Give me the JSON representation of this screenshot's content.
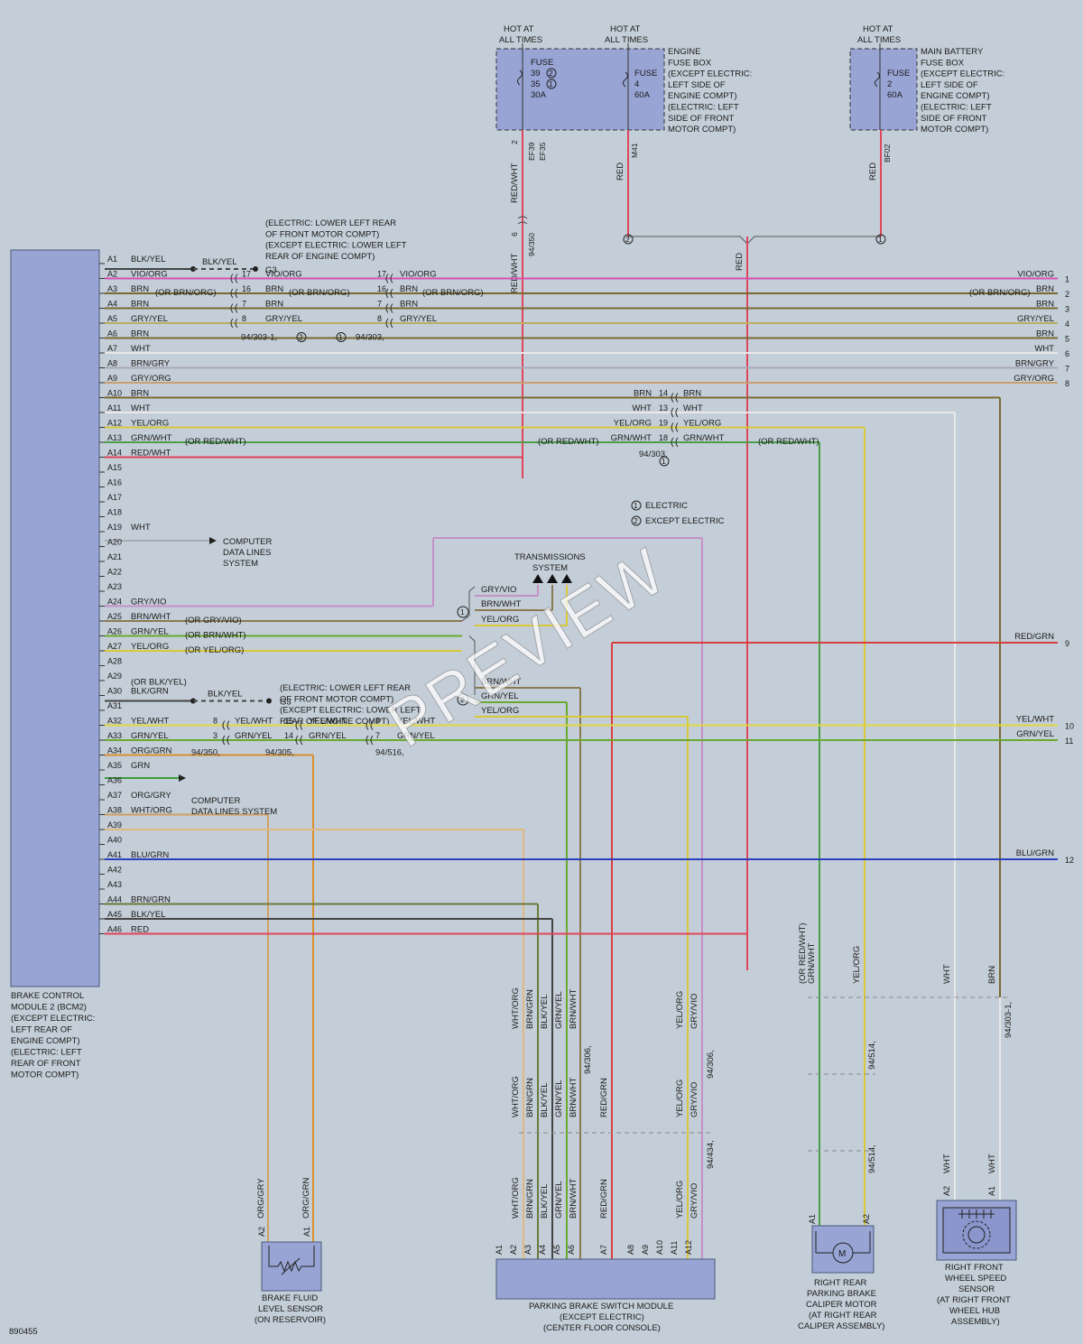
{
  "diagram_id": "890455",
  "watermark": "PREVIEW",
  "bcm": {
    "label": [
      "BRAKE CONTROL",
      "MODULE 2 (BCM2)",
      "(EXCEPT ELECTRIC:",
      "LEFT REAR OF",
      "ENGINE COMPT)",
      "(ELECTRIC: LEFT",
      "REAR OF FRONT",
      "MOTOR COMPT)"
    ],
    "pins": [
      {
        "pin": "A1",
        "color": "BLK/YEL"
      },
      {
        "pin": "A2",
        "color": "VIO/ORG"
      },
      {
        "pin": "A3",
        "color": "BRN"
      },
      {
        "pin": "A4",
        "color": "BRN"
      },
      {
        "pin": "A5",
        "color": "GRY/YEL"
      },
      {
        "pin": "A6",
        "color": "BRN"
      },
      {
        "pin": "A7",
        "color": "WHT"
      },
      {
        "pin": "A8",
        "color": "BRN/GRY"
      },
      {
        "pin": "A9",
        "color": "GRY/ORG"
      },
      {
        "pin": "A10",
        "color": "BRN"
      },
      {
        "pin": "A11",
        "color": "WHT"
      },
      {
        "pin": "A12",
        "color": "YEL/ORG"
      },
      {
        "pin": "A13",
        "color": "GRN/WHT"
      },
      {
        "pin": "A14",
        "color": "RED/WHT"
      },
      {
        "pin": "A15",
        "color": ""
      },
      {
        "pin": "A16",
        "color": ""
      },
      {
        "pin": "A17",
        "color": ""
      },
      {
        "pin": "A18",
        "color": ""
      },
      {
        "pin": "A19",
        "color": "WHT"
      },
      {
        "pin": "A20",
        "color": ""
      },
      {
        "pin": "A21",
        "color": ""
      },
      {
        "pin": "A22",
        "color": ""
      },
      {
        "pin": "A23",
        "color": ""
      },
      {
        "pin": "A24",
        "color": "GRY/VIO"
      },
      {
        "pin": "A25",
        "color": "BRN/WHT"
      },
      {
        "pin": "A26",
        "color": "GRN/YEL"
      },
      {
        "pin": "A27",
        "color": "YEL/ORG"
      },
      {
        "pin": "A28",
        "color": ""
      },
      {
        "pin": "A29",
        "color": ""
      },
      {
        "pin": "A30",
        "color": "BLK/GRN"
      },
      {
        "pin": "A31",
        "color": ""
      },
      {
        "pin": "A32",
        "color": "YEL/WHT"
      },
      {
        "pin": "A33",
        "color": "GRN/YEL"
      },
      {
        "pin": "A34",
        "color": "ORG/GRN"
      },
      {
        "pin": "A35",
        "color": "GRN"
      },
      {
        "pin": "A36",
        "color": ""
      },
      {
        "pin": "A37",
        "color": "ORG/GRY"
      },
      {
        "pin": "A38",
        "color": "WHT/ORG"
      },
      {
        "pin": "A39",
        "color": ""
      },
      {
        "pin": "A40",
        "color": ""
      },
      {
        "pin": "A41",
        "color": "BLU/GRN"
      },
      {
        "pin": "A42",
        "color": ""
      },
      {
        "pin": "A43",
        "color": ""
      },
      {
        "pin": "A44",
        "color": "BRN/GRN"
      },
      {
        "pin": "A45",
        "color": "BLK/YEL"
      },
      {
        "pin": "A46",
        "color": "RED"
      }
    ],
    "alt_labels": [
      {
        "pin": "A3",
        "text": "(OR BRN/ORG)"
      },
      {
        "pin": "A13",
        "text": "(OR RED/WHT)"
      },
      {
        "pin": "A25",
        "text": "(OR GRY/VIO)"
      },
      {
        "pin": "A26",
        "text": "(OR BRN/WHT)"
      },
      {
        "pin": "A27",
        "text": "(OR YEL/ORG)"
      },
      {
        "pin": "A30",
        "text": "(OR BLK/YEL)"
      }
    ]
  },
  "top": {
    "hot1": [
      "HOT AT",
      "ALL TIMES"
    ],
    "hot2": [
      "HOT AT",
      "ALL TIMES"
    ],
    "hot3": [
      "HOT AT",
      "ALL TIMES"
    ],
    "fuse_a": [
      "FUSE",
      "39",
      "35",
      "30A"
    ],
    "fuse_b": [
      "FUSE",
      "4",
      "60A"
    ],
    "fuse_c": [
      "FUSE",
      "2",
      "60A"
    ],
    "engine_fuse_box": [
      "ENGINE",
      "FUSE BOX",
      "(EXCEPT ELECTRIC:",
      "LEFT SIDE OF",
      "ENGINE COMPT)",
      "(ELECTRIC: LEFT",
      "SIDE OF FRONT",
      "MOTOR COMPT)"
    ],
    "main_battery_box": [
      "MAIN BATTERY",
      "FUSE BOX",
      "(EXCEPT ELECTRIC:",
      "LEFT SIDE OF",
      "ENGINE COMPT)",
      "(ELECTRIC: LEFT",
      "SIDE OF FRONT",
      "MOTOR COMPT)"
    ],
    "w1": "RED/WHT",
    "w1b": "RED/WHT",
    "w2": "RED",
    "w3": "RED",
    "w_red": "RED",
    "ef39": "EF39",
    "ef35": "EF35",
    "m41": "M41",
    "bf02": "BF02",
    "pin2": "2",
    "pin6": "6",
    "c350": "94/350"
  },
  "ground1": {
    "label": [
      "(ELECTRIC: LOWER LEFT REAR",
      "OF FRONT MOTOR COMPT)",
      "(EXCEPT ELECTRIC: LOWER LEFT",
      "REAR OF ENGINE COMPT)"
    ],
    "wire": "BLK/YEL",
    "g": "G3"
  },
  "ground2": {
    "label": [
      "(ELECTRIC: LOWER LEFT REAR",
      "OF FRONT MOTOR COMPT)",
      "(EXCEPT ELECTRIC: LOWER LEFT",
      "REAR OF ENGINE COMPT)"
    ],
    "wire": "BLK/YEL",
    "g": "G3"
  },
  "right_out": [
    {
      "n": "1",
      "c": "VIO/ORG"
    },
    {
      "n": "2",
      "c": "BRN"
    },
    {
      "n": "3",
      "c": "BRN"
    },
    {
      "n": "4",
      "c": "GRY/YEL"
    },
    {
      "n": "5",
      "c": "BRN"
    },
    {
      "n": "6",
      "c": "WHT"
    },
    {
      "n": "7",
      "c": "BRN/GRY"
    },
    {
      "n": "8",
      "c": "GRY/ORG"
    },
    {
      "n": "9",
      "c": "RED/GRN"
    },
    {
      "n": "10",
      "c": "YEL/WHT"
    },
    {
      "n": "11",
      "c": "GRN/YEL"
    },
    {
      "n": "12",
      "c": "BLU/GRN"
    }
  ],
  "legend": [
    "ELECTRIC",
    "EXCEPT ELECTRIC"
  ],
  "transmission": [
    "TRANSMISSIONS",
    "SYSTEM"
  ],
  "computer1": [
    "COMPUTER",
    "DATA LINES",
    "SYSTEM"
  ],
  "computer2": [
    "COMPUTER",
    "DATA LINES SYSTEM"
  ],
  "brake_fluid": {
    "label": [
      "BRAKE FLUID",
      "LEVEL SENSOR",
      "(ON RESERVOIR)"
    ],
    "wires": [
      "ORG/GRY",
      "ORG/GRN"
    ],
    "pins": [
      "A2",
      "A1"
    ]
  },
  "park_switch": {
    "label": [
      "PARKING BRAKE SWITCH MODULE",
      "(EXCEPT ELECTRIC)",
      "(CENTER FLOOR CONSOLE)"
    ],
    "pins": [
      "A1",
      "A2",
      "A3",
      "A4",
      "A5",
      "A6",
      "A7",
      "A8",
      "A9",
      "A10",
      "A11",
      "A12"
    ]
  },
  "park_motor": {
    "label": [
      "RIGHT REAR",
      "PARKING BRAKE",
      "CALIPER MOTOR",
      "(AT RIGHT REAR",
      "CALIPER ASSEMBLY)"
    ],
    "pins": [
      "A1",
      "A2"
    ]
  },
  "wheel_sensor": {
    "label": [
      "RIGHT FRONT",
      "WHEEL SPEED",
      "SENSOR",
      "(AT RIGHT FRONT",
      "WHEEL HUB",
      "ASSEMBLY)"
    ],
    "pins": [
      "A2",
      "A1"
    ],
    "wires": [
      "WHT",
      "WHT"
    ]
  },
  "conn": {
    "c303": "94/303",
    "c303_1": "94/303-1",
    "c305": "94/305",
    "c350": "94/350",
    "c516": "94/516",
    "c306": "94/306",
    "c434": "94/434",
    "c514": "94/514"
  },
  "vlabels": {
    "whtorg": "WHT/ORG",
    "brngrn": "BRN/GRN",
    "blkyel": "BLK/YEL",
    "grnyel": "GRN/YEL",
    "brnwht": "BRN/WHT",
    "redgrn": "RED/GRN",
    "yelorg": "YEL/ORG",
    "gryvio": "GRY/VIO",
    "orwht": "(OR RED/WHT)",
    "grnwht": "GRN/WHT",
    "wht": "WHT",
    "brn": "BRN",
    "yelorg2": "YEL/ORG"
  }
}
